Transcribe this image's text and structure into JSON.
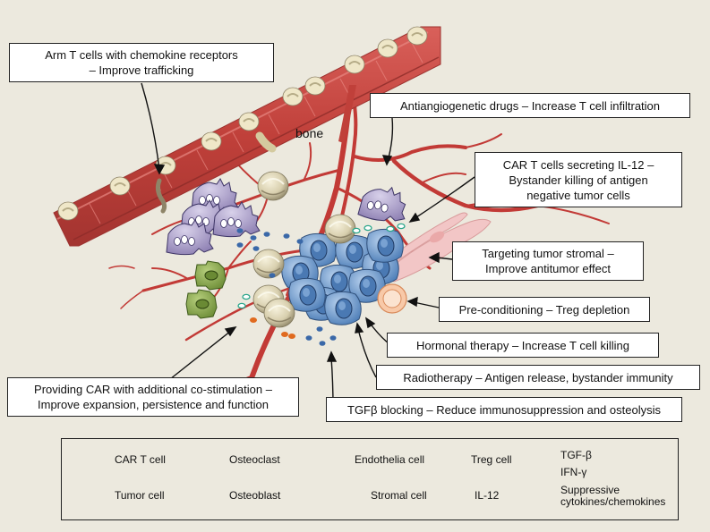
{
  "bone_label": "bone",
  "callouts": {
    "arm_t_cells": [
      "Arm T cells with chemokine receptors",
      "– Improve trafficking"
    ],
    "antiangio": [
      "Antiangiogenetic drugs – Increase T cell infiltration"
    ],
    "il12": [
      "CAR T cells secreting IL-12 –",
      "Bystander killing of antigen",
      "negative tumor cells"
    ],
    "stromal": [
      "Targeting tumor stromal –",
      "Improve antitumor effect"
    ],
    "precond": [
      "Pre-conditioning – Treg depletion"
    ],
    "hormonal": [
      "Hormonal therapy – Increase T cell killing"
    ],
    "radio": [
      "Radiotherapy – Antigen release, bystander immunity"
    ],
    "tgfb": [
      "TGFβ blocking – Reduce immunosuppression and osteolysis"
    ],
    "costim": [
      "Providing CAR with additional co-stimulation –",
      "Improve expansion, persistence and function"
    ]
  },
  "legend": {
    "car_t": "CAR T cell",
    "osteoclast": "Osteoclast",
    "endothelia": "Endothelia cell",
    "treg": "Treg cell",
    "tgfb": "TGF-β",
    "ifng": "IFN-γ",
    "tumor": "Tumor cell",
    "osteoblast": "Osteoblast",
    "stromal": "Stromal cell",
    "il12": "IL-12",
    "suppressive": [
      "Suppressive",
      "cytokines/chemokines"
    ]
  },
  "colors": {
    "background": "#ece9de",
    "vessel": "#c9453f",
    "vessel_light": "#e07b74",
    "car_t": "#d8cfae",
    "tumor": "#6a95c8",
    "osteoclast": "#a79bc4",
    "osteoblast": "#8aa84e",
    "treg": "#f4b089",
    "stromal": "#f2c6c6",
    "tgfb": "#3a68a8",
    "ifng": "#e06a1f",
    "il12": "#2aa58a",
    "suppressive": "#3b3f8f"
  }
}
